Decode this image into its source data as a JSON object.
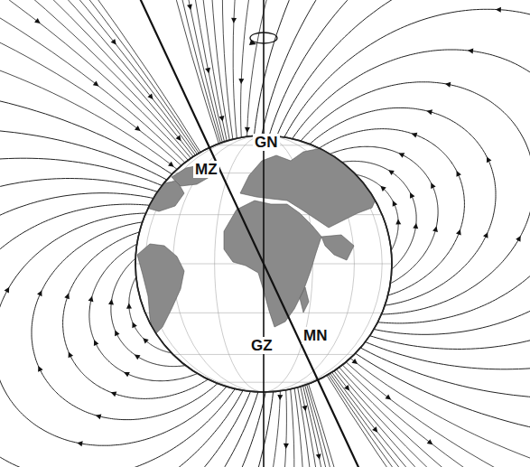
{
  "diagram": {
    "labels": [
      "MZ",
      "GN",
      "GZ",
      "MN"
    ]
  }
}
